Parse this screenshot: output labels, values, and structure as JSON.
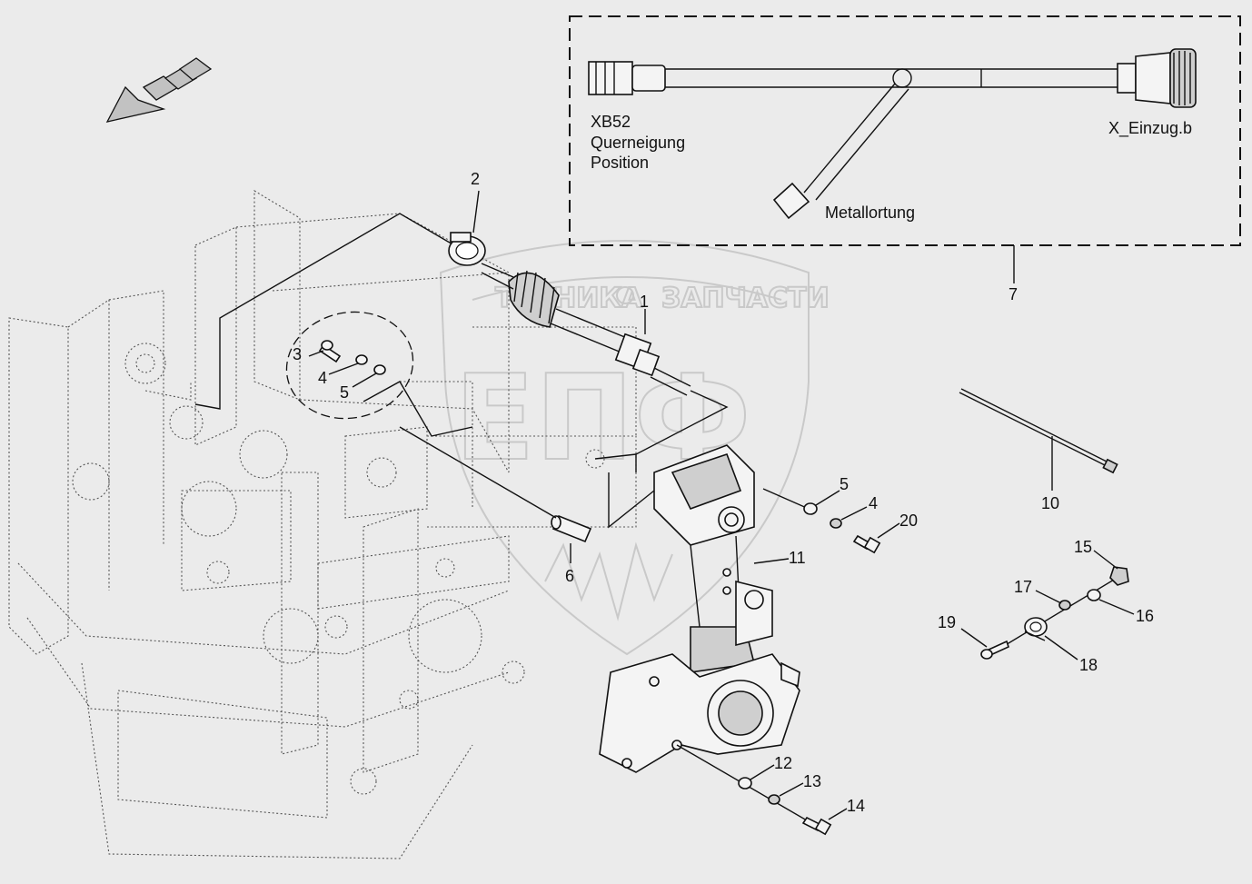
{
  "harness": {
    "connector_left_lines": [
      "XB52",
      "Querneigung",
      "Position"
    ],
    "connector_right": "X_Einzug.b",
    "ground_branch": "Metallortung"
  },
  "watermark": {
    "line1": "ТЕХНИКА",
    "line2": "ЗАПЧАСТИ",
    "logo": "ЕПФ"
  },
  "callouts": {
    "c1": "1",
    "c2": "2",
    "c3": "3",
    "c4a": "4",
    "c4b": "4",
    "c5a": "5",
    "c5b": "5",
    "c6": "6",
    "c7": "7",
    "c10": "10",
    "c11": "11",
    "c12": "12",
    "c13": "13",
    "c14": "14",
    "c15": "15",
    "c16": "16",
    "c17": "17",
    "c18": "18",
    "c19": "19",
    "c20": "20"
  }
}
